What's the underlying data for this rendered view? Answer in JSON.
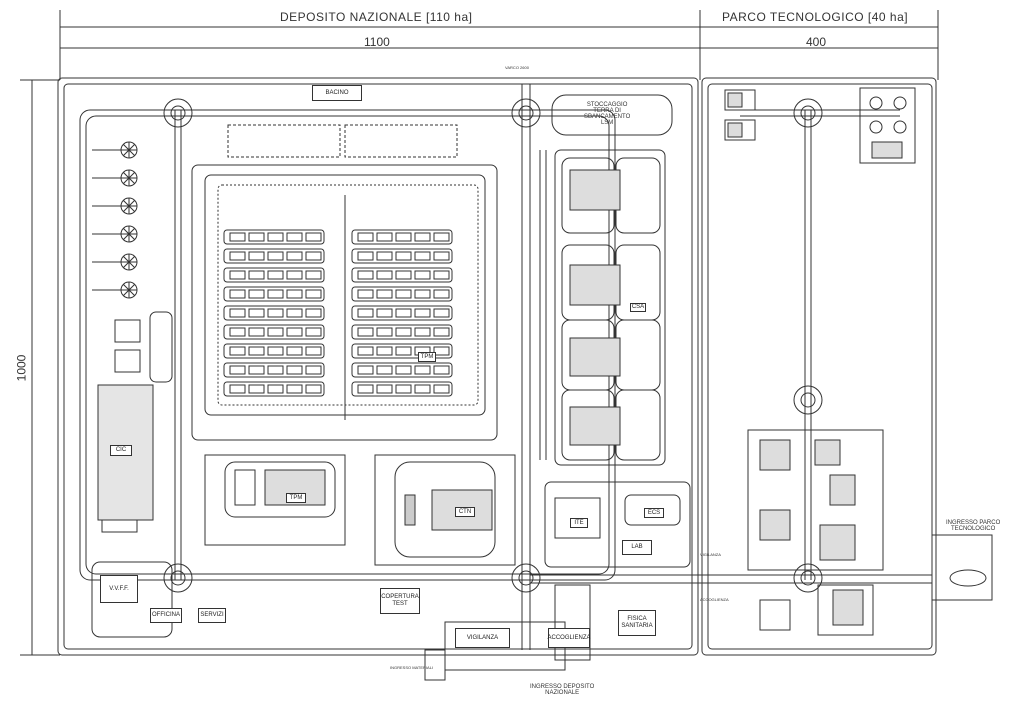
{
  "header": {
    "deposito": "DEPOSITO NAZIONALE [110 ha]",
    "parco": "PARCO TECNOLOGICO [40 ha]",
    "width_deposito": "1100",
    "width_parco": "400",
    "height_total": "1000"
  },
  "labels": {
    "bacino": "BACINO",
    "stoccaggio_1": "STOCCAGGIO",
    "stoccaggio_2": "TERRA DI",
    "stoccaggio_3": "SBANCAMENTO",
    "stoccaggio_4": "LSM",
    "varco": "VARCO 2600",
    "ingresso_nazionale_1": "INGRESSO DEPOSITO",
    "ingresso_nazionale_2": "NAZIONALE",
    "ingresso_parco_1": "INGRESSO PARCO",
    "ingresso_parco_2": "TECNOLOGICO",
    "ingresso_materiali": "INGRESSO MATERIALI",
    "vigilanza": "VIGILANZA",
    "accoglienza": "ACCOGLIENZA",
    "copertura_1": "COPERTURA",
    "copertura_2": "TEST",
    "vvff": "V.V.F.F.",
    "officina": "OFFICINA",
    "servizi": "SERVIZI",
    "fisica_1": "FISICA",
    "fisica_2": "SANITARIA",
    "lab": "LAB",
    "cic": "CIC",
    "tpm_1": "TPM",
    "tpm_2": "TPM",
    "ctn": "CTN",
    "ite": "ITE",
    "csa": "CSA",
    "ecs": "ECS",
    "vigilanza_small": "VIGILANZA",
    "accoglienza_small": "ACCOGLIENZA"
  }
}
